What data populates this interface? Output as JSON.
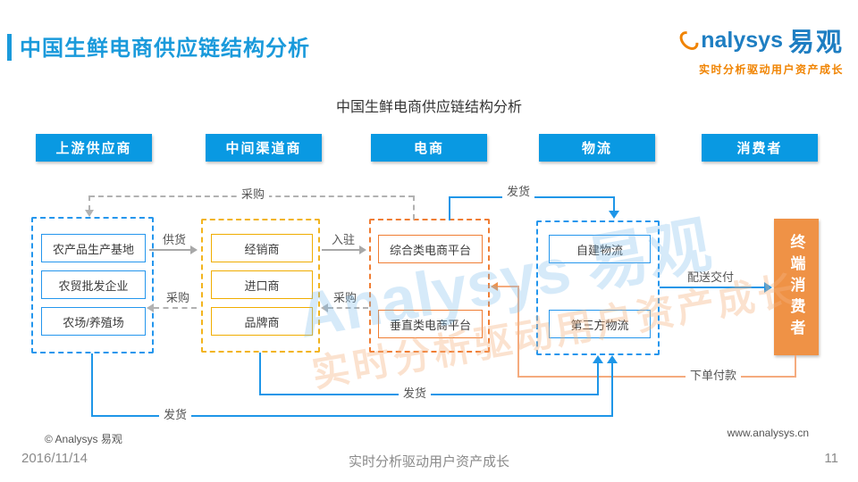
{
  "header": {
    "title": "中国生鲜电商供应链结构分析",
    "logo": {
      "latin": "nalysys",
      "cn": "易观",
      "tagline": "实时分析驱动用户资产成长"
    }
  },
  "diagram": {
    "subtitle": "中国生鲜电商供应链结构分析",
    "columns": [
      {
        "label": "上游供应商"
      },
      {
        "label": "中间渠道商"
      },
      {
        "label": "电商"
      },
      {
        "label": "物流"
      },
      {
        "label": "消费者"
      }
    ],
    "groups": {
      "suppliers": [
        "农产品生产基地",
        "农贸批发企业",
        "农场/养殖场"
      ],
      "middlemen": [
        "经销商",
        "进口商",
        "品牌商"
      ],
      "ecommerce": [
        "综合类电商平台",
        "垂直类电商平台"
      ],
      "logistics": [
        "自建物流",
        "第三方物流"
      ]
    },
    "consumer": "终端消费者",
    "flows": {
      "procure_top": "采购",
      "ship_top": "发货",
      "supply": "供货",
      "procure_left": "采购",
      "settle_in": "入驻",
      "procure_mid": "采购",
      "delivery": "配送交付",
      "order_pay": "下单付款",
      "ship_mid": "发货",
      "ship_bottom": "发货"
    }
  },
  "watermark": {
    "line1": "Analysys 易观",
    "line2": "实时分析驱动用户资产成长"
  },
  "footer": {
    "copyright": "© Analysys 易观",
    "website": "www.analysys.cn",
    "date": "2016/11/14",
    "slogan": "实时分析驱动用户资产成长",
    "page": "11"
  },
  "colors": {
    "brand_blue": "#0999e2",
    "title_blue": "#1a9adb",
    "logo_blue": "#1e7ec2",
    "accent_orange": "#f08300",
    "group_blue": "#2496ed",
    "group_yellow": "#f2b41e",
    "group_orange": "#f07d33",
    "consumer_orange": "#ef9246",
    "line_blue": "#1e96e8",
    "line_gray": "#a8a8a8",
    "line_orange": "#f5ab7e"
  }
}
